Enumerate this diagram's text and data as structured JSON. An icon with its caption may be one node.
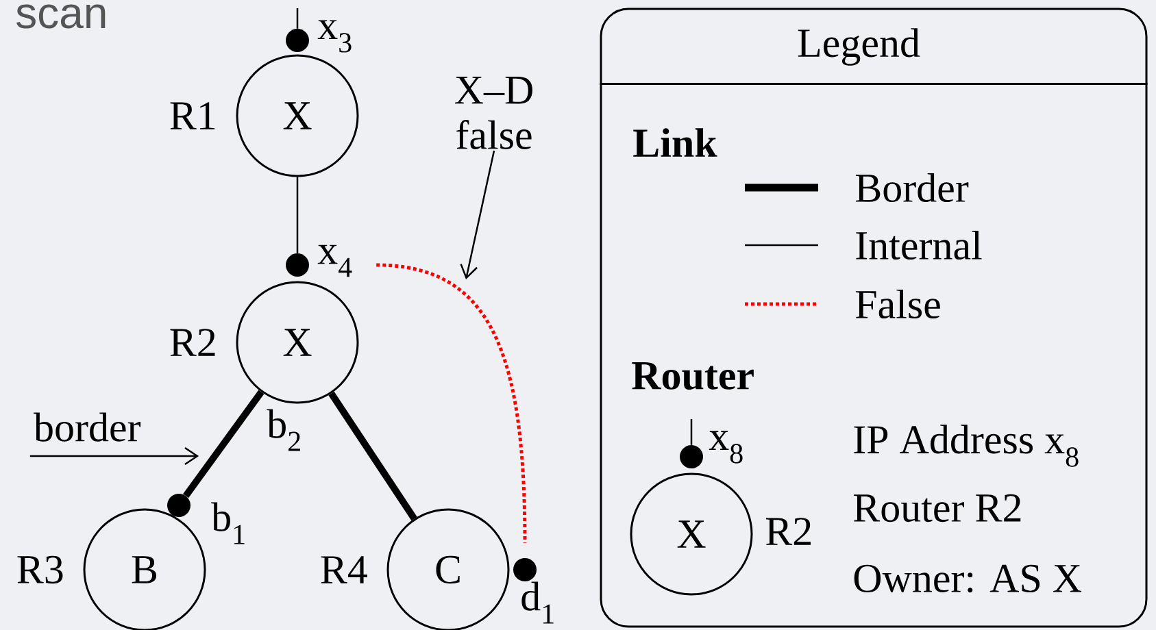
{
  "diagram": {
    "title": "scan",
    "nodes": [
      {
        "text": [
          "X"
        ],
        "beside": [
          "R1"
        ]
      },
      {
        "text": [],
        "shape": "circle",
        "beside": [
          "x$_{3}$"
        ]
      },
      {
        "text": [],
        "shape": "circle",
        "beside": [
          "x$_{4}$"
        ]
      },
      {
        "text": [
          "X"
        ],
        "beside": [
          "R2"
        ]
      },
      {
        "text": [
          "B"
        ],
        "beside": [
          "R3"
        ]
      },
      {
        "text": [],
        "shape": "circle",
        "beside": [
          "b$_{1}$"
        ]
      },
      {
        "text": [
          "C"
        ],
        "beside": [
          "R4"
        ]
      },
      {
        "text": [],
        "shape": "circle",
        "beside": [
          "d$_{1}$"
        ]
      },
      {
        "text": [
          "X–D false"
        ]
      },
      {
        "text": [
          "border"
        ]
      },
      {
        "text": [
          "Legend"
        ]
      },
      {
        "text": [],
        "shape": "circle",
        "beside": [
          "x$_{8}$"
        ],
        "in": 10
      },
      {
        "text": [
          "X"
        ],
        "beside": [
          "R2"
        ],
        "in": 10
      }
    ],
    "edges": [
      {
        "from": null,
        "to": 1,
        "arrow": "none"
      },
      {
        "from": 0,
        "to": 2,
        "arrow": "none"
      },
      {
        "from": 3,
        "to": 5,
        "arrow": "none",
        "style": "thick"
      },
      {
        "from": 3,
        "to": 6,
        "arrow": "none",
        "style": "thick"
      },
      {
        "from": 2,
        "to": 7,
        "arrow": "none",
        "style": "dashed",
        "color": "#ff0000"
      },
      {
        "from": 8,
        "to": null,
        "arrow": "to"
      },
      {
        "from": 9,
        "to": null,
        "arrow": "to"
      },
      {
        "from": null,
        "to": 11,
        "arrow": "none"
      }
    ],
    "labels": [
      "b$_{2}$",
      "Link",
      "Router",
      "IP Address x$_{8}$",
      "Router R2",
      "Owner: AS X"
    ],
    "legend": [
      {
        "text": "Border"
      },
      {
        "text": "Internal"
      },
      {
        "text": "False"
      }
    ]
  }
}
